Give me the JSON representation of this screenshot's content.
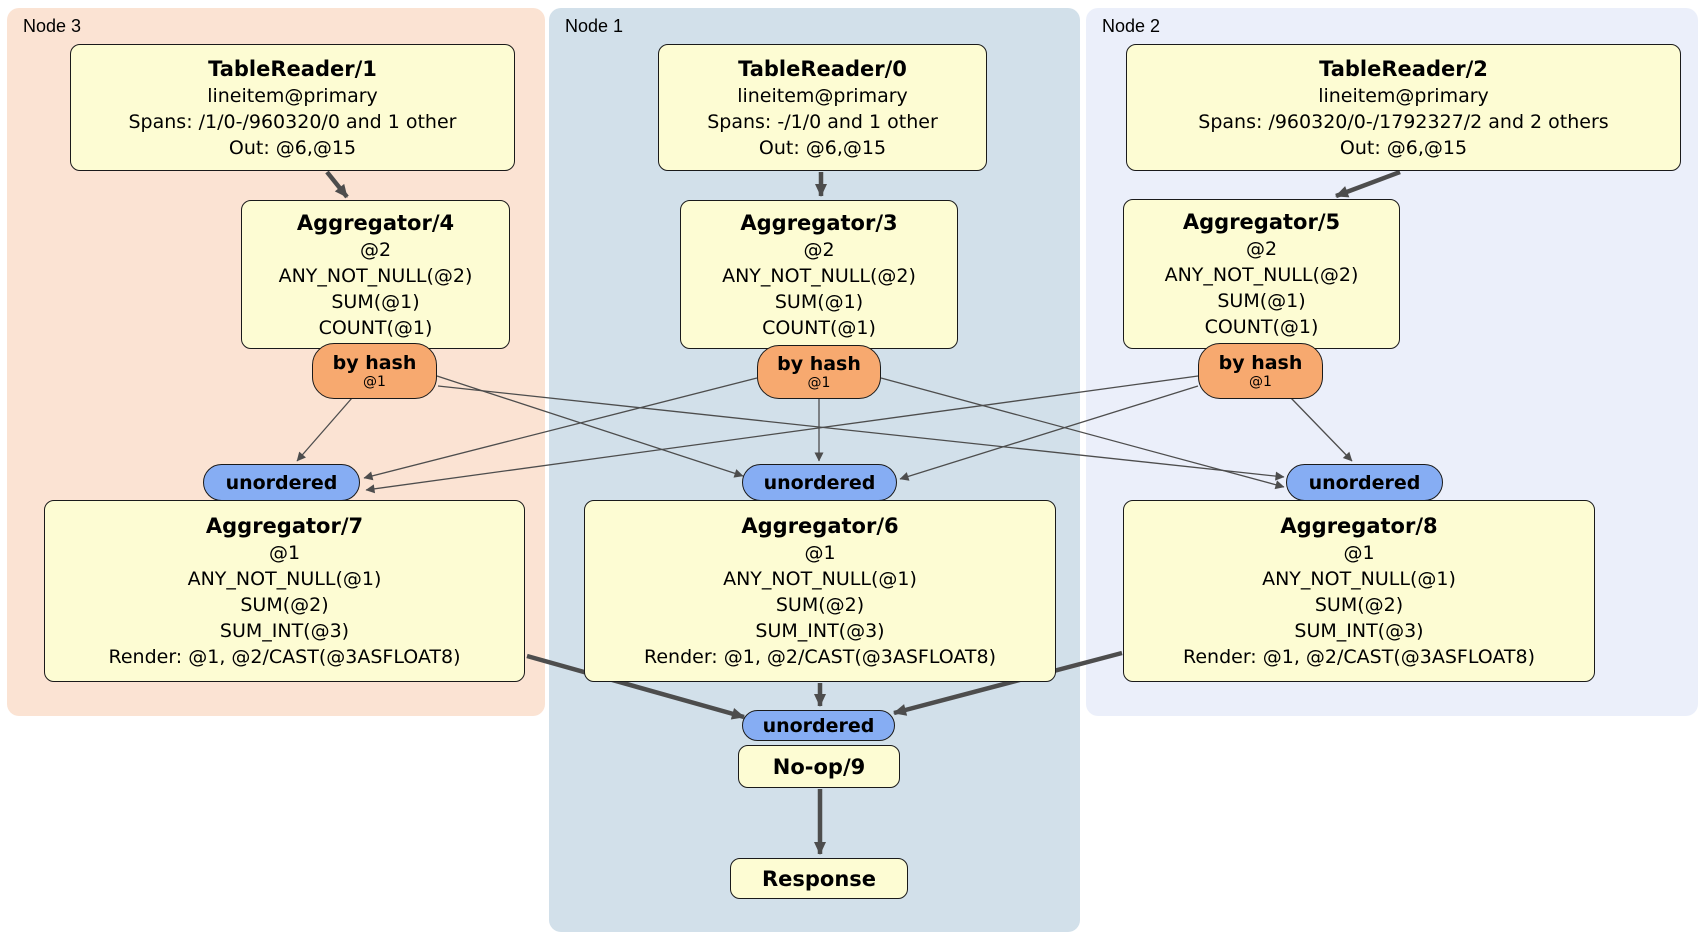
{
  "diagram": {
    "regions": [
      {
        "id": "node3",
        "label": "Node 3"
      },
      {
        "id": "node1",
        "label": "Node 1"
      },
      {
        "id": "node2",
        "label": "Node 2"
      }
    ],
    "processors": {
      "tr1": {
        "title": "TableReader/1",
        "details": [
          "lineitem@primary",
          "Spans: /1/0-/960320/0 and 1 other",
          "Out: @6,@15"
        ]
      },
      "tr0": {
        "title": "TableReader/0",
        "details": [
          "lineitem@primary",
          "Spans: -/1/0 and 1 other",
          "Out: @6,@15"
        ]
      },
      "tr2": {
        "title": "TableReader/2",
        "details": [
          "lineitem@primary",
          "Spans: /960320/0-/1792327/2 and 2 others",
          "Out: @6,@15"
        ]
      },
      "agg4": {
        "title": "Aggregator/4",
        "details": [
          "@2",
          "ANY_NOT_NULL(@2)",
          "SUM(@1)",
          "COUNT(@1)"
        ]
      },
      "agg3": {
        "title": "Aggregator/3",
        "details": [
          "@2",
          "ANY_NOT_NULL(@2)",
          "SUM(@1)",
          "COUNT(@1)"
        ]
      },
      "agg5": {
        "title": "Aggregator/5",
        "details": [
          "@2",
          "ANY_NOT_NULL(@2)",
          "SUM(@1)",
          "COUNT(@1)"
        ]
      },
      "agg7": {
        "title": "Aggregator/7",
        "details": [
          "@1",
          "ANY_NOT_NULL(@1)",
          "SUM(@2)",
          "SUM_INT(@3)",
          "Render: @1, @2/CAST(@3ASFLOAT8)"
        ]
      },
      "agg6": {
        "title": "Aggregator/6",
        "details": [
          "@1",
          "ANY_NOT_NULL(@1)",
          "SUM(@2)",
          "SUM_INT(@3)",
          "Render: @1, @2/CAST(@3ASFLOAT8)"
        ]
      },
      "agg8": {
        "title": "Aggregator/8",
        "details": [
          "@1",
          "ANY_NOT_NULL(@1)",
          "SUM(@2)",
          "SUM_INT(@3)",
          "Render: @1, @2/CAST(@3ASFLOAT8)"
        ]
      },
      "noop": {
        "title": "No-op/9"
      },
      "response": {
        "title": "Response"
      }
    },
    "router": {
      "label": "by hash",
      "sub": "@1"
    },
    "sync": {
      "label": "unordered"
    },
    "edges": [
      {
        "from": "TableReader/1",
        "to": "Aggregator/4",
        "style": "thick"
      },
      {
        "from": "TableReader/0",
        "to": "Aggregator/3",
        "style": "thick"
      },
      {
        "from": "TableReader/2",
        "to": "Aggregator/5",
        "style": "thick"
      },
      {
        "from": "by hash (Aggregator/4)",
        "to": "unordered (Aggregator/7)",
        "style": "thin"
      },
      {
        "from": "by hash (Aggregator/4)",
        "to": "unordered (Aggregator/6)",
        "style": "thin"
      },
      {
        "from": "by hash (Aggregator/4)",
        "to": "unordered (Aggregator/8)",
        "style": "thin"
      },
      {
        "from": "by hash (Aggregator/3)",
        "to": "unordered (Aggregator/7)",
        "style": "thin"
      },
      {
        "from": "by hash (Aggregator/3)",
        "to": "unordered (Aggregator/6)",
        "style": "thin"
      },
      {
        "from": "by hash (Aggregator/3)",
        "to": "unordered (Aggregator/8)",
        "style": "thin"
      },
      {
        "from": "by hash (Aggregator/5)",
        "to": "unordered (Aggregator/7)",
        "style": "thin"
      },
      {
        "from": "by hash (Aggregator/5)",
        "to": "unordered (Aggregator/6)",
        "style": "thin"
      },
      {
        "from": "by hash (Aggregator/5)",
        "to": "unordered (Aggregator/8)",
        "style": "thin"
      },
      {
        "from": "Aggregator/7",
        "to": "unordered (No-op/9)",
        "style": "thick"
      },
      {
        "from": "Aggregator/6",
        "to": "unordered (No-op/9)",
        "style": "thick"
      },
      {
        "from": "Aggregator/8",
        "to": "unordered (No-op/9)",
        "style": "thick"
      },
      {
        "from": "No-op/9",
        "to": "Response",
        "style": "thick"
      }
    ],
    "colors": {
      "node3_bg": "#fbe3d3",
      "node1_bg": "#d2e0ea",
      "node2_bg": "#ebeffa",
      "box_fill": "#fdfcd3",
      "router_fill": "#f7a96f",
      "sync_fill": "#86adf3",
      "edge_color": "#4d4d4d",
      "border_color": "#1a1a1a",
      "text_color": "#000000"
    }
  }
}
